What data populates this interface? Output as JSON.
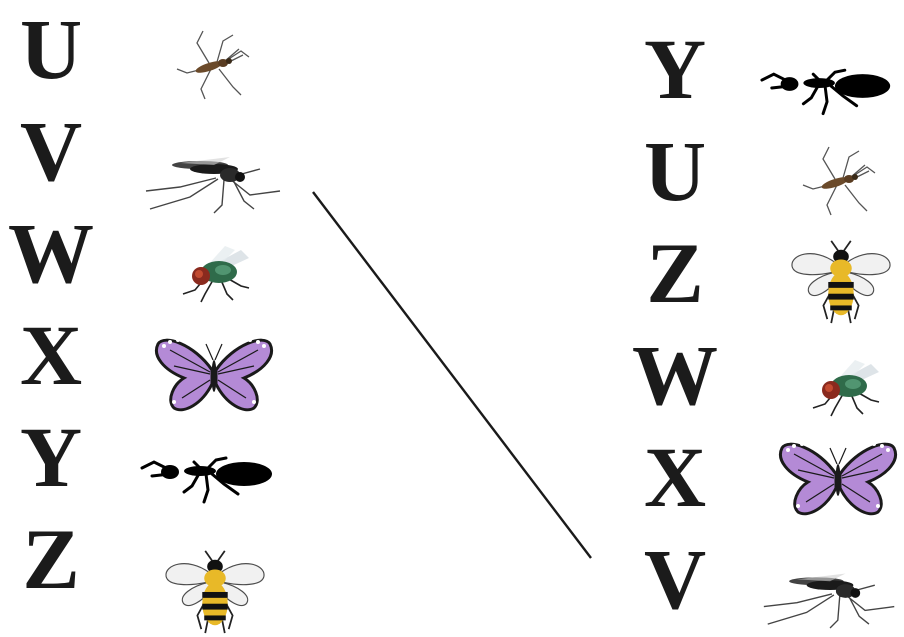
{
  "left_column": [
    {
      "letter": "U",
      "insect": "gnat"
    },
    {
      "letter": "V",
      "insect": "mosquito"
    },
    {
      "letter": "W",
      "insect": "fly"
    },
    {
      "letter": "X",
      "insect": "butterfly"
    },
    {
      "letter": "Y",
      "insect": "ant"
    },
    {
      "letter": "Z",
      "insect": "bee"
    }
  ],
  "right_column": [
    {
      "letter": "Y",
      "insect": "ant"
    },
    {
      "letter": "U",
      "insect": "gnat"
    },
    {
      "letter": "Z",
      "insect": "bee"
    },
    {
      "letter": "W",
      "insect": "fly"
    },
    {
      "letter": "X",
      "insect": "butterfly"
    },
    {
      "letter": "V",
      "insect": "mosquito"
    }
  ],
  "colors": {
    "letter": "#1b1b1b",
    "butterfly_wing": "#b48ad6",
    "bee_body": "#e8b928",
    "fly_body": "#2f6b4a",
    "line": "#1a1a1a"
  }
}
